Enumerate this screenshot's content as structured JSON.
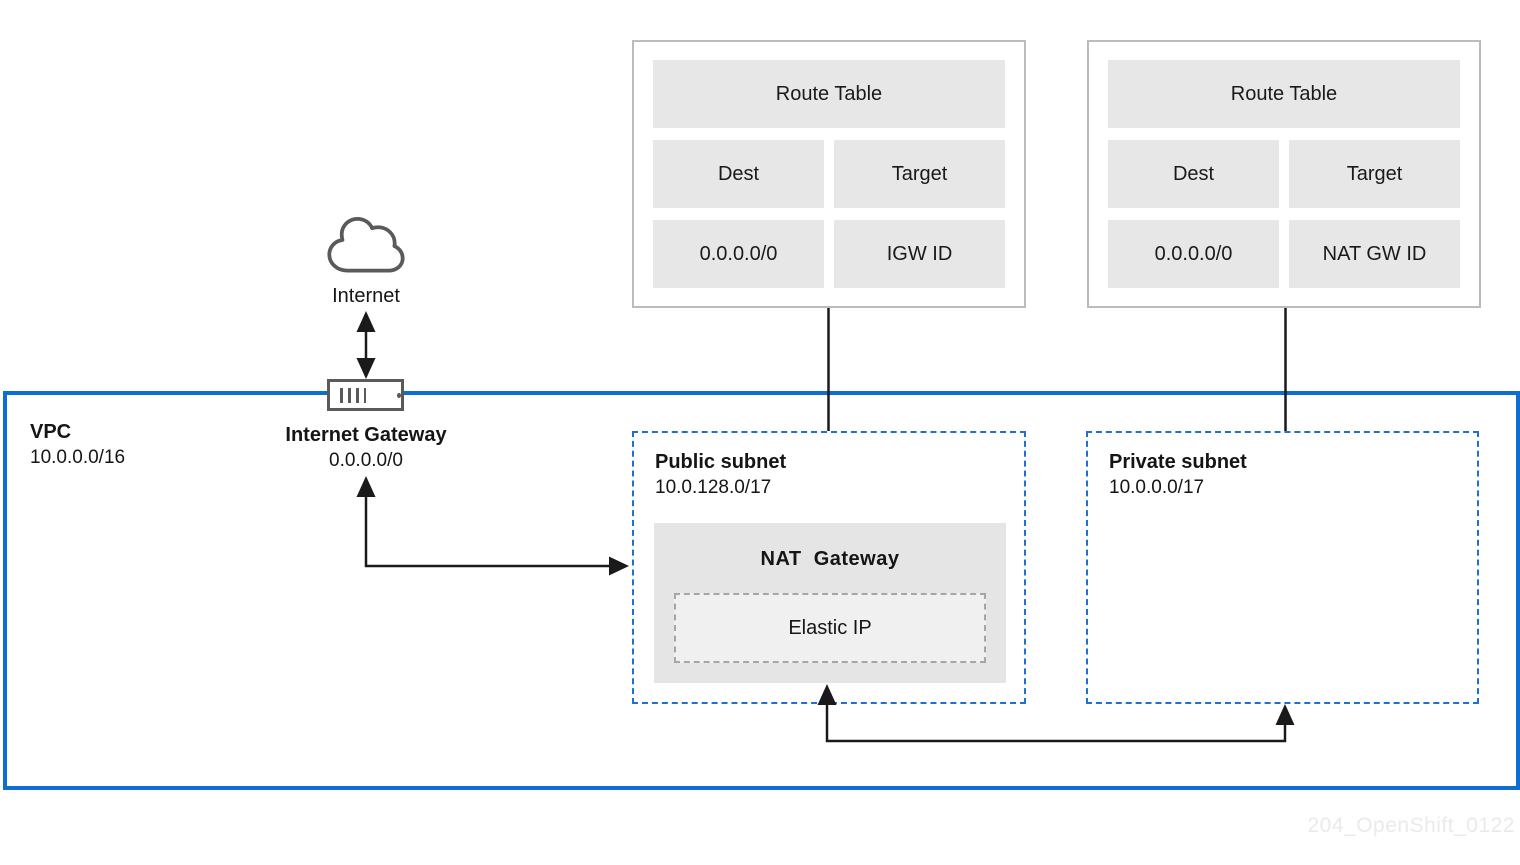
{
  "internet": {
    "label": "Internet"
  },
  "internet_gateway": {
    "label": "Internet Gateway",
    "cidr": "0.0.0.0/0"
  },
  "vpc": {
    "label": "VPC",
    "cidr": "10.0.0.0/16"
  },
  "route_tables": [
    {
      "title": "Route Table",
      "columns": [
        "Dest",
        "Target"
      ],
      "rows": [
        [
          "0.0.0.0/0",
          "IGW ID"
        ]
      ]
    },
    {
      "title": "Route Table",
      "columns": [
        "Dest",
        "Target"
      ],
      "rows": [
        [
          "0.0.0.0/0",
          "NAT GW ID"
        ]
      ]
    }
  ],
  "public_subnet": {
    "label": "Public subnet",
    "cidr": "10.0.128.0/17",
    "nat_gateway_label": "NAT Gateway",
    "elastic_ip_label": "Elastic IP"
  },
  "private_subnet": {
    "label": "Private subnet",
    "cidr": "10.0.0.0/17"
  },
  "watermark": "204_OpenShift_0122",
  "colors": {
    "vpc_border": "#0d6dd1",
    "subnet_border": "#1f6fd4",
    "table_cell_gray": "#e7e7e7",
    "nat_box_gray": "#e5e5e5",
    "elastic_ip_gray": "#f0f0f0",
    "icon_stroke_gray": "#5a5a5b",
    "connector_black": "#1a1a1a",
    "text": "#151515"
  }
}
